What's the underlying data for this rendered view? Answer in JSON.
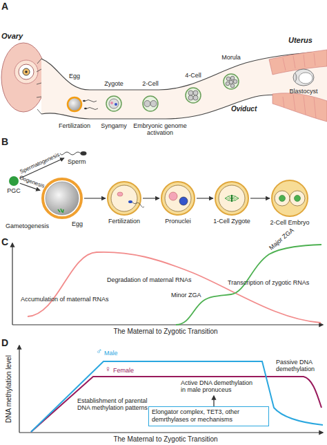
{
  "diagram": {
    "nodes": [
      {
        "text": [
          "PGC"
        ]
      },
      {
        "text": [
          "Sperm"
        ]
      },
      {
        "text": [
          "Egg"
        ]
      },
      {
        "text": [
          "Fertilization"
        ]
      },
      {
        "text": [
          "Pronuclei"
        ]
      },
      {
        "text": [
          "1-Cell Zygote"
        ]
      },
      {
        "text": [
          "2-Cell Embryo"
        ]
      },
      {
        "text": [
          "Elongator complex, TET3, other demrthylases or mechanisms"
        ]
      }
    ],
    "edges": [
      {
        "from": 0,
        "to": 1,
        "label": "Spermatogenesis",
        "arrow": "to"
      },
      {
        "from": 0,
        "to": 2,
        "label": "Oogenesis",
        "arrow": "to"
      },
      {
        "from": 2,
        "to": 3,
        "arrow": "to"
      },
      {
        "from": 3,
        "to": 4,
        "arrow": "to"
      },
      {
        "from": 4,
        "to": 5,
        "arrow": "to"
      },
      {
        "from": 5,
        "to": 6,
        "arrow": "to"
      }
    ],
    "labels": [
      "A",
      "Ovary",
      "Egg",
      "Zygote",
      "2-Cell",
      "4-Cell",
      "Morula",
      "Uterus",
      "Oviduct",
      "Blastocyst",
      "Fertilization",
      "Syngamy",
      "Embryonic genome activation",
      "B",
      "Gametogenesis",
      "C",
      "Accumulation of maternal RNAs",
      "Degradation of maternal RNAs",
      "Transcription of zygotic RNAs",
      "Minor ZGA",
      "Major ZGA",
      "The Maternal to Zygotic Transition",
      "D",
      "DNA methylation level",
      "♂",
      "Male",
      "♀",
      "Female",
      "Establishment of parental DNA methylation patterns",
      "Active DNA demethylation in male pronuceus",
      "Passive DNA demethylation",
      "The Maternal to Zygotic Transition"
    ]
  }
}
